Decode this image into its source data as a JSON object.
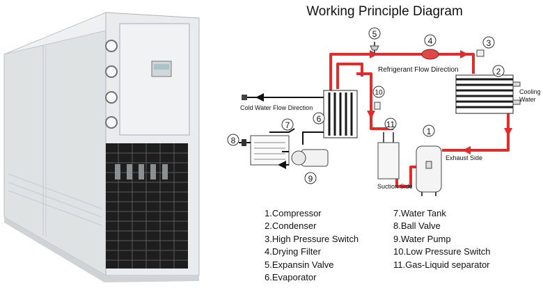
{
  "title": "Working Principle Diagram",
  "labels": {
    "refrigerant_flow": "Refrigerant Flow Direction",
    "cooling_water": "Cooling Water",
    "cold_water_flow": "Cold Water Flow Direction",
    "exhaust_side": "Exhaust Side",
    "suction_side": "Suction Side"
  },
  "numbers": {
    "n1": "1",
    "n2": "2",
    "n3": "3",
    "n4": "4",
    "n5": "5",
    "n6": "6",
    "n7": "7",
    "n8": "8",
    "n9": "9",
    "n10": "10",
    "n11": "11"
  },
  "legend_left": [
    "1.Compressor",
    "2.Condenser",
    "3.High Pressure Switch",
    "4.Drying Filter",
    "5.Expansin Valve",
    "6.Evaporator"
  ],
  "legend_right": [
    "7.Water Tank",
    "8.Ball Valve",
    "9.Water Pump",
    "10.Low Pressure Switch",
    "11.Gas-Liquid separator"
  ],
  "colors": {
    "refrigerant": "#e32b2b",
    "unit_body": "#e7e9ea",
    "grille": "#1e1e1e"
  }
}
